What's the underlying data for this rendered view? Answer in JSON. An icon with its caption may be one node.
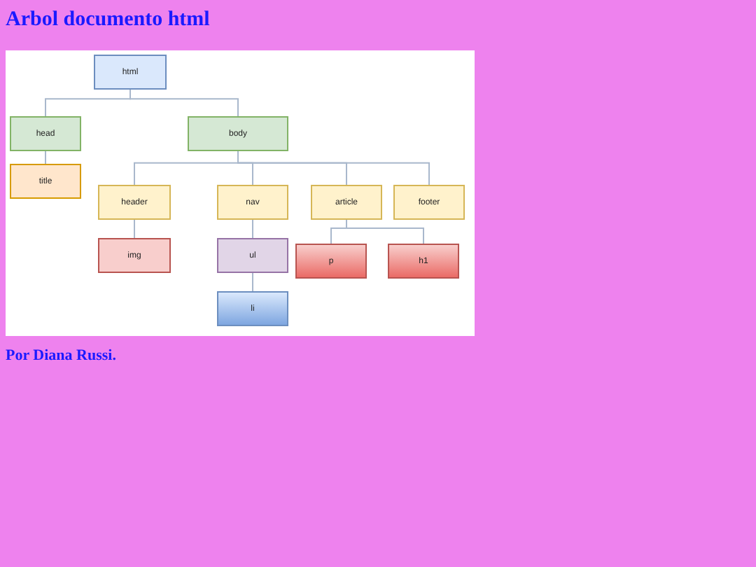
{
  "diagram": {
    "title": "Arbol documento html",
    "caption": "Por Diana Russi.",
    "nodes": [
      {
        "text": [
          "html"
        ]
      },
      {
        "text": [
          "head"
        ]
      },
      {
        "text": [
          "body"
        ]
      },
      {
        "text": [
          "title"
        ]
      },
      {
        "text": [
          "header"
        ]
      },
      {
        "text": [
          "nav"
        ]
      },
      {
        "text": [
          "article"
        ]
      },
      {
        "text": [
          "footer"
        ]
      },
      {
        "text": [
          "img"
        ]
      },
      {
        "text": [
          "ul"
        ]
      },
      {
        "text": [
          "p"
        ]
      },
      {
        "text": [
          "h1"
        ]
      },
      {
        "text": [
          "li"
        ]
      }
    ],
    "edges": [
      {
        "from": 0,
        "to": 1,
        "arrow": "none"
      },
      {
        "from": 0,
        "to": 2,
        "arrow": "none"
      },
      {
        "from": 1,
        "to": 3,
        "arrow": "none"
      },
      {
        "from": 2,
        "to": 4,
        "arrow": "none"
      },
      {
        "from": 2,
        "to": 5,
        "arrow": "none"
      },
      {
        "from": 2,
        "to": 6,
        "arrow": "none"
      },
      {
        "from": 2,
        "to": 7,
        "arrow": "none"
      },
      {
        "from": 4,
        "to": 8,
        "arrow": "none"
      },
      {
        "from": 5,
        "to": 9,
        "arrow": "none"
      },
      {
        "from": 6,
        "to": 10,
        "arrow": "none"
      },
      {
        "from": 6,
        "to": 11,
        "arrow": "none"
      },
      {
        "from": 9,
        "to": 12,
        "arrow": "none"
      }
    ]
  }
}
